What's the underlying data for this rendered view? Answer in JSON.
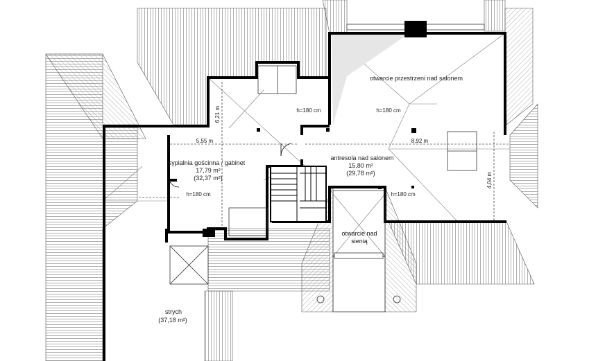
{
  "rooms": {
    "guest_bedroom": {
      "name": "sypialnia gościnna / gabinet",
      "area": "17,79 m²",
      "area_total": "(32,37 m²)"
    },
    "mezzanine": {
      "name": "antresola nad salonem",
      "area": "15,80 m²",
      "area_total": "(29,78 m²)"
    },
    "attic": {
      "name": "strych",
      "area": "(37,18 m²)"
    },
    "void_living": {
      "name": "otwarcie przestrzeni nad salonem"
    },
    "void_hall_line1": "otwarcie nad",
    "void_hall_line2": "sienią"
  },
  "dimensions": {
    "bedroom_width": "5,55 m",
    "bedroom_height": "6,21 m",
    "mezzanine_width": "8,92 m",
    "mezzanine_height": "4,04 m"
  },
  "headroom": {
    "void_top": "h=180 cm",
    "void_mid": "h=180 cm",
    "bedroom": "h=180 cm",
    "mezzanine": "h=180 cm"
  },
  "colors": {
    "wall": "#000000",
    "roof_hatch": "#6e6e6e",
    "ridge_line": "#7a7a7a"
  }
}
